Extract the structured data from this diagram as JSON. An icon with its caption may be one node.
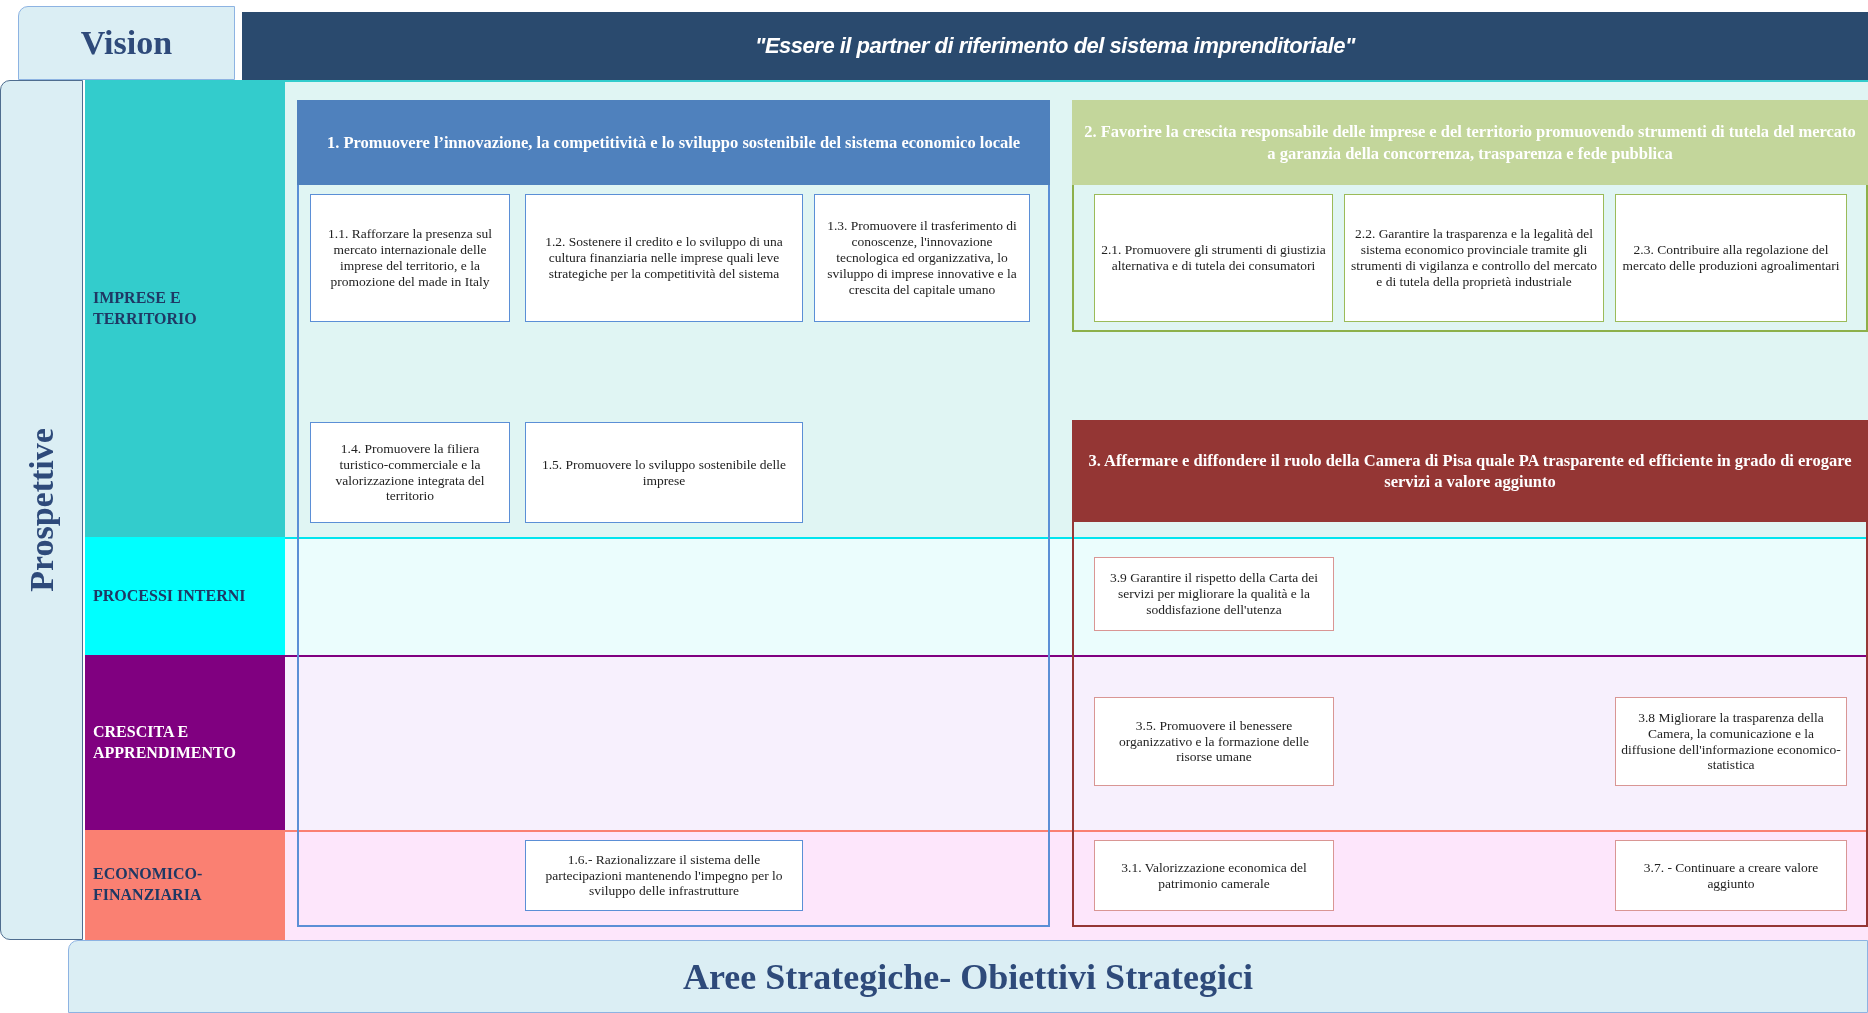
{
  "diagram": {
    "nodes": [
      {
        "text": [
          "Vision"
        ]
      },
      {
        "text": [
          "\"Essere il partner di riferimento del sistema imprenditoriale\""
        ]
      },
      {
        "text": [
          "Prospettive"
        ]
      },
      {
        "text": [
          "IMPRESE E TERRITORIO"
        ]
      },
      {
        "text": [
          "PROCESSI INTERNI"
        ]
      },
      {
        "text": [
          "CRESCITA E APPRENDIMENTO"
        ]
      },
      {
        "text": [
          "ECONOMICO-FINANZIARIA"
        ]
      },
      {
        "text": [
          "1. Promuovere l’innovazione, la competitività e lo sviluppo sostenibile del sistema economico locale"
        ]
      },
      {
        "text": [
          "1.1. Rafforzare la presenza sul mercato internazionale delle imprese del territorio, e la promozione del made in Italy"
        ],
        "in": 7
      },
      {
        "text": [
          "1.2. Sostenere il credito e lo sviluppo di una cultura finanziaria nelle imprese quali leve strategiche per la competitività del sistema"
        ],
        "in": 7
      },
      {
        "text": [
          "1.3. Promuovere il trasferimento di conoscenze, l'innovazione tecnologica ed organizzativa, lo sviluppo di imprese innovative e la crescita del capitale umano"
        ],
        "in": 7
      },
      {
        "text": [
          "1.4. Promuovere la filiera turistico-commerciale e la valorizzazione integrata del territorio"
        ],
        "in": 7
      },
      {
        "text": [
          "1.5. Promuovere lo sviluppo sostenibile delle imprese"
        ],
        "in": 7
      },
      {
        "text": [
          "1.6.- Razionalizzare il sistema delle partecipazioni mantenendo l'impegno per lo sviluppo delle infrastrutture"
        ],
        "in": 7
      },
      {
        "text": [
          "2. Favorire la crescita responsabile delle imprese e del territorio promuovendo strumenti di tutela del mercato a garanzia della concorrenza, trasparenza e fede pubblica"
        ]
      },
      {
        "text": [
          "2.1. Promuovere gli strumenti di giustizia alternativa e di tutela dei consumatori"
        ],
        "in": 14
      },
      {
        "text": [
          "2.2. Garantire la trasparenza e la legalità del sistema economico provinciale tramite gli strumenti di vigilanza e controllo del mercato e di tutela della proprietà industriale"
        ],
        "in": 14
      },
      {
        "text": [
          "2.3. Contribuire alla regolazione del mercato delle produzioni agroalimentari"
        ],
        "in": 14
      },
      {
        "text": [
          "3. Affermare e diffondere il ruolo della Camera di Pisa quale PA trasparente ed efficiente in grado di erogare servizi a valore aggiunto"
        ]
      },
      {
        "text": [
          "3.9 Garantire il rispetto della Carta dei servizi per migliorare la qualità e la soddisfazione dell'utenza"
        ],
        "in": 18
      },
      {
        "text": [
          "3.5. Promuovere il benessere organizzativo e la formazione delle risorse umane"
        ],
        "in": 18
      },
      {
        "text": [
          "3.8 Migliorare la trasparenza della Camera, la comunicazione e la diffusione dell'informazione economico-statistica"
        ],
        "in": 18
      },
      {
        "text": [
          "3.1. Valorizzazione economica del patrimonio camerale"
        ],
        "in": 18
      },
      {
        "text": [
          "3.7. - Continuare a creare valore aggiunto"
        ],
        "in": 18
      },
      {
        "text": [
          "Aree Strategiche- Obiettivi Strategici"
        ]
      }
    ]
  }
}
